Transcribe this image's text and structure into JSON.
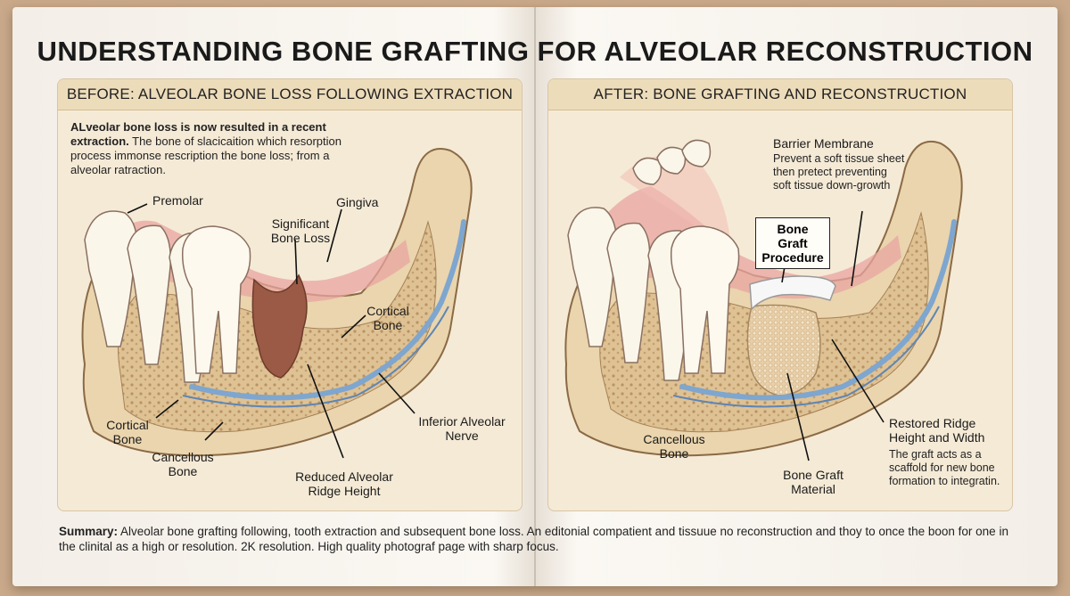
{
  "title": "UNDERSTANDING BONE GRAFTING FOR ALVEOLAR RECONSTRUCTION",
  "before": {
    "header": "BEFORE: ALVEOLAR BONE LOSS FOLLOWING EXTRACTION",
    "intro_bold": "ALveolar bone loss is now resulted in a recent extraction.",
    "intro_rest": " The bone of slacicaition which resorption process immonse rescription the bone loss;  from a alveolar ratraction.",
    "labels": {
      "premolar": "Premolar",
      "gingiva": "Gingiva",
      "bone_loss": "Significant Bone Loss",
      "cortical_top": "Cortical Bone",
      "cortical_left": "Cortical Bone",
      "cancellous": "Cancellous Bone",
      "nerve": "Inferior Alveolar Nerve",
      "ridge": "Reduced Alveolar Ridge Height"
    }
  },
  "after": {
    "header": "AFTER: BONE GRAFTING AND RECONSTRUCTION",
    "membrane_title": "Barrier Membrane",
    "membrane_note": "Prevent a soft tissue sheet then pretect preventing soft tissue down-growth",
    "procedure": "Bone Graft Procedure",
    "labels": {
      "cancellous": "Cancellous Bone",
      "graft_material": "Bone Graft Material",
      "restored": "Restored Ridge Height and Width"
    },
    "restored_note": "The graft acts as a scaffold for new bone formation to integratin."
  },
  "summary": {
    "label": "Summary:",
    "text": " Alveolar bone grafting following, tooth extraction and subsequent bone loss. An editonial compatient and tissuue no reconstruction and thoy to once the boon for one in the clinital as a high or resolution. 2K resolution. High quality photograf page with sharp focus."
  },
  "colors": {
    "bone": "#ead5ae",
    "cancellous": "#d9bb8a",
    "gum": "#e8a4a0",
    "nerve": "#7ea6cf",
    "defect": "#9a5a45",
    "graft": "#e8cfa8",
    "membrane": "#f7f7f7"
  }
}
